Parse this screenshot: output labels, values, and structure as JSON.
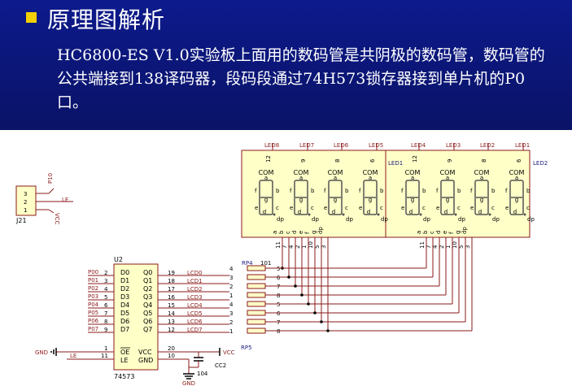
{
  "slide": {
    "title": "原理图解析",
    "description": "HC6800-ES V1.0实验板上面用的数码管是共阴极的数码管，数码管的公共端接到138译码器，段码段通过74H573锁存器接到单片机的P0口。"
  },
  "schematic": {
    "j21": {
      "name": "J21",
      "pins": [
        "3",
        "2",
        "1"
      ],
      "nets": [
        "P10",
        "LE",
        "VCC"
      ]
    },
    "led_modules": [
      {
        "labels": [
          "LED8",
          "LED7",
          "LED6",
          "LED5"
        ],
        "com_pins": [
          "12",
          "9",
          "8",
          "6"
        ],
        "side_label": "LED1"
      },
      {
        "labels": [
          "LED4",
          "LED3",
          "LED2",
          "LED1"
        ],
        "com_pins": [
          "12",
          "9",
          "8",
          "6"
        ],
        "side_label": "LED2"
      }
    ],
    "digit": {
      "com": "COM",
      "segments": [
        "a",
        "b",
        "c",
        "d",
        "e",
        "f",
        "g"
      ],
      "dp": "dp"
    },
    "segment_pin_labels": [
      "a",
      "b",
      "c",
      "d",
      "e",
      "f",
      "g",
      "dp"
    ],
    "segment_pin_numbers": [
      "11",
      "7",
      "4",
      "2",
      "1",
      "10",
      "5",
      "3"
    ],
    "u2": {
      "ref": "U2",
      "part": "74573",
      "left_nets": [
        "P00",
        "P01",
        "P02",
        "P03",
        "P04",
        "P05",
        "P06",
        "P07"
      ],
      "left_pins": [
        "2",
        "3",
        "4",
        "5",
        "6",
        "7",
        "8",
        "9"
      ],
      "inputs": [
        "D0",
        "D1",
        "D2",
        "D3",
        "D4",
        "D5",
        "D6",
        "D7"
      ],
      "outputs": [
        "Q0",
        "Q1",
        "Q2",
        "Q3",
        "Q4",
        "Q5",
        "Q6",
        "Q7"
      ],
      "right_pins": [
        "19",
        "18",
        "17",
        "16",
        "15",
        "14",
        "13",
        "12"
      ],
      "right_nets": [
        "LCD0",
        "LCD1",
        "LCD2",
        "LCD3",
        "LCD4",
        "LCD5",
        "LCD6",
        "LCD7"
      ],
      "oe": "OE",
      "le": "LE",
      "vcc": "VCC",
      "gnd": "GND",
      "oe_pin": "1",
      "le_pin": "11",
      "vcc_pin": "20",
      "gnd_pin": "10"
    },
    "resistor_networks": {
      "rp4": "RP4",
      "rp5": "RP5",
      "value": "101",
      "left_pins": [
        "4",
        "3",
        "2",
        "1",
        "4",
        "3",
        "2",
        "1"
      ],
      "right_pins": [
        "5",
        "6",
        "7",
        "8",
        "5",
        "6",
        "7",
        "8"
      ]
    },
    "nets": {
      "gnd": "GND",
      "le": "LE",
      "vcc": "VCC"
    },
    "cap": {
      "ref": "CC2",
      "value": "104"
    }
  }
}
